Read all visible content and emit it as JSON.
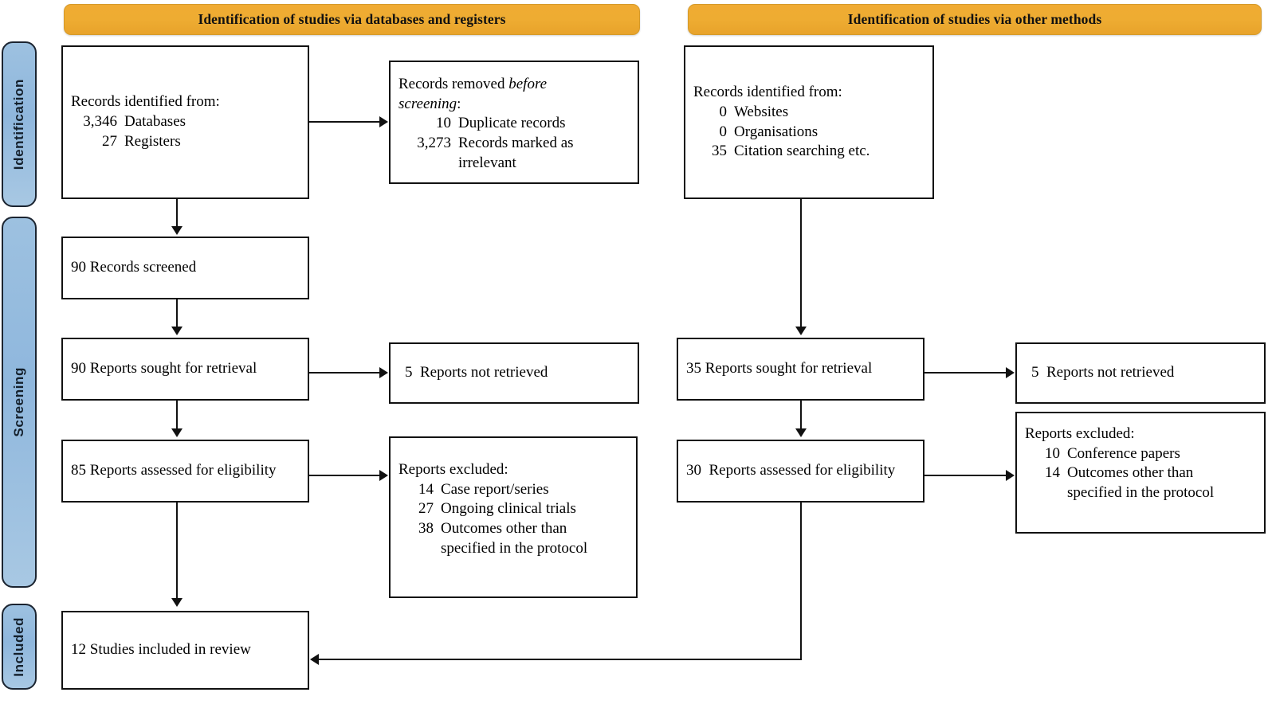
{
  "phases": [
    {
      "label": "Identification"
    },
    {
      "label": "Screening"
    },
    {
      "label": "Included"
    }
  ],
  "headers": {
    "databases": "Identification of studies via databases and registers",
    "other": "Identification of studies via other methods"
  },
  "boxes": {
    "records_identified": {
      "lead": "Records identified from:",
      "items": [
        {
          "num": "3,346",
          "text": "Databases"
        },
        {
          "num": "27",
          "text": "Registers"
        }
      ]
    },
    "records_removed": {
      "lead_part1": "Records removed ",
      "lead_italic1": "before",
      "lead_italic2": "screening",
      "lead_part2": ":",
      "items": [
        {
          "num": "10",
          "text": "Duplicate records"
        },
        {
          "num": "3,273",
          "text": "Records marked as irrelevant"
        }
      ]
    },
    "records_screened": {
      "num": "90",
      "text": "Records screened"
    },
    "reports_sought_left": {
      "num": "90",
      "text": "Reports sought for retrieval"
    },
    "reports_not_retrieved_left": {
      "num": "5",
      "text": "Reports not retrieved"
    },
    "reports_assessed_left": {
      "num": "85",
      "text": "Reports assessed for eligibility"
    },
    "reports_excluded_left": {
      "lead": "Reports excluded:",
      "items": [
        {
          "num": "14",
          "text": "Case report/series"
        },
        {
          "num": "27",
          "text": "Ongoing clinical trials"
        },
        {
          "num": "38",
          "text": "Outcomes other than specified in the protocol"
        }
      ]
    },
    "studies_included": {
      "num": "12",
      "text": "Studies included in review"
    },
    "records_identified_other": {
      "lead": "Records identified from:",
      "items": [
        {
          "num": "0",
          "text": "Websites"
        },
        {
          "num": "0",
          "text": "Organisations"
        },
        {
          "num": "35",
          "text": "Citation searching etc."
        }
      ]
    },
    "reports_sought_right": {
      "num": "35",
      "text": "Reports sought for retrieval"
    },
    "reports_not_retrieved_right": {
      "num": "5",
      "text": "Reports not retrieved"
    },
    "reports_assessed_right": {
      "num": "30",
      "text": "Reports assessed for eligibility"
    },
    "reports_excluded_right": {
      "lead": "Reports excluded:",
      "items": [
        {
          "num": "10",
          "text": "Conference papers"
        },
        {
          "num": "14",
          "text": "Outcomes other than specified in the protocol"
        }
      ]
    }
  },
  "colors": {
    "header_orange": "#eeac32",
    "phase_blue": "#9dc1e0",
    "line_black": "#111111",
    "box_background": "#ffffff"
  }
}
